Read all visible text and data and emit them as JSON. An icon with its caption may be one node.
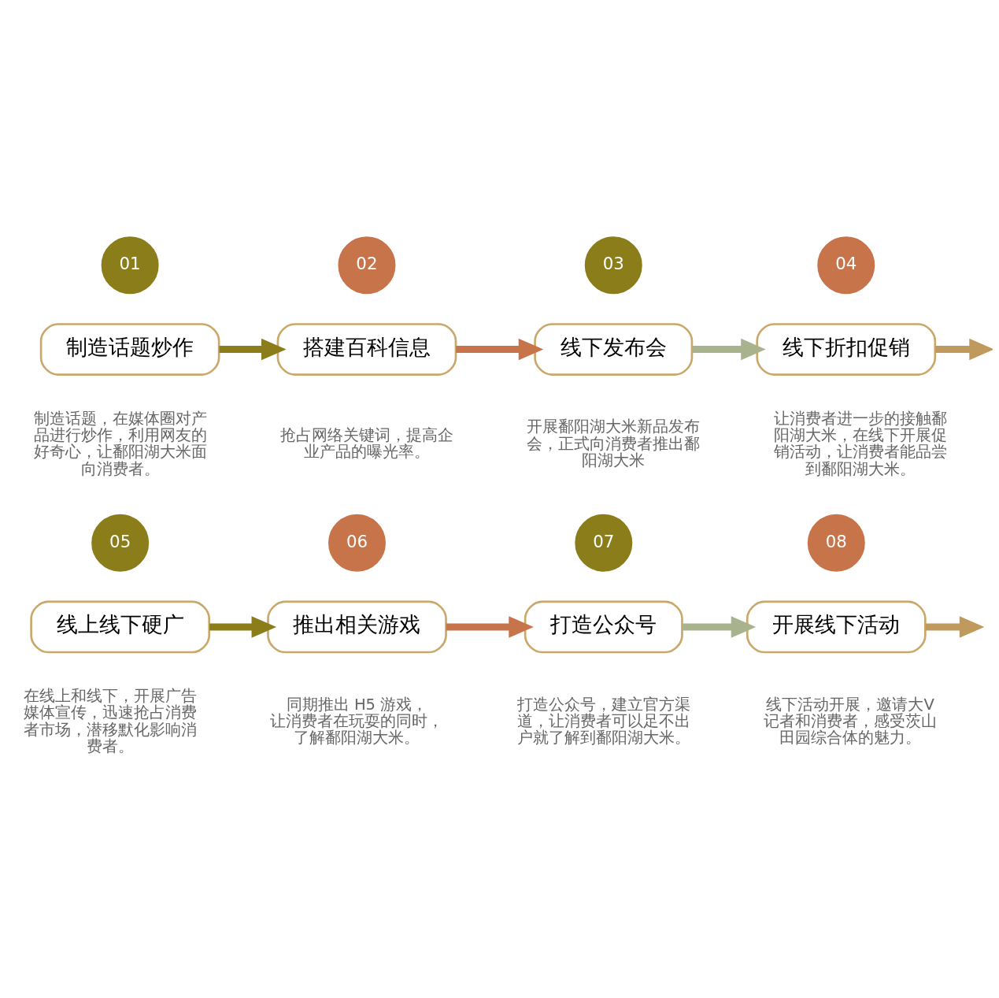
{
  "diagram": {
    "nodes": [
      {
        "text": [
          "01"
        ]
      },
      {
        "text": [
          "制造话题炒作"
        ],
        "beside": [
          "制造话题，在媒体圈对产品进行炒作，利用网友的好奇心，让鄱阳湖大米面向消费者。"
        ]
      },
      {
        "text": [
          "02"
        ]
      },
      {
        "text": [
          "搭建百科信息"
        ],
        "beside": [
          "抢占网络关键词，提高企业产品的曝光率。"
        ]
      },
      {
        "text": [
          "03"
        ]
      },
      {
        "text": [
          "线下发布会"
        ],
        "beside": [
          "开展鄱阳湖大米新品发布会，正式向消费者推出鄱阳湖大米"
        ]
      },
      {
        "text": [
          "04"
        ]
      },
      {
        "text": [
          "线下折扣促销"
        ],
        "beside": [
          "让消费者进一步的接触鄱阳湖大米，在线下开展促销活动，让消费者能品尝到鄱阳湖大米。"
        ]
      },
      {
        "text": [
          "05"
        ]
      },
      {
        "text": [
          "线上线下硬广"
        ],
        "beside": [
          "在线上和线下，开展广告媒体宣传，迅速抢占消费者市场，潜移默化影响消费者。"
        ]
      },
      {
        "text": [
          "06"
        ]
      },
      {
        "text": [
          "推出相关游戏"
        ],
        "beside": [
          "同期推出 H5 游戏，让消费者在玩耍的同时，了解鄱阳湖大米。"
        ]
      },
      {
        "text": [
          "07"
        ]
      },
      {
        "text": [
          "打造公众号"
        ],
        "beside": [
          "打造公众号，建立官方渠道，让消费者可以足不出户就了解到鄱阳湖大米。"
        ]
      },
      {
        "text": [
          "08"
        ]
      },
      {
        "text": [
          "开展线下活动"
        ],
        "beside": [
          "线下活动开展，邀请大V记者和消费者，感受茨山田园综合体的魅力。"
        ]
      }
    ],
    "edges": [
      {
        "from": 1,
        "to": 3,
        "arrow": "to",
        "color": "#8b7d1a"
      },
      {
        "from": 3,
        "to": 5,
        "arrow": "to",
        "color": "#c8744a"
      },
      {
        "from": 5,
        "to": 7,
        "arrow": "to",
        "color": "#a8b38e"
      },
      {
        "from": 7,
        "to": null,
        "arrow": "to",
        "color": "#c09a5c"
      },
      {
        "from": 9,
        "to": 11,
        "arrow": "to",
        "color": "#8b7d1a"
      },
      {
        "from": 11,
        "to": 13,
        "arrow": "to",
        "color": "#c8744a"
      },
      {
        "from": 13,
        "to": 15,
        "arrow": "to",
        "color": "#a8b38e"
      },
      {
        "from": 15,
        "to": null,
        "arrow": "to",
        "color": "#c09a5c"
      }
    ]
  }
}
